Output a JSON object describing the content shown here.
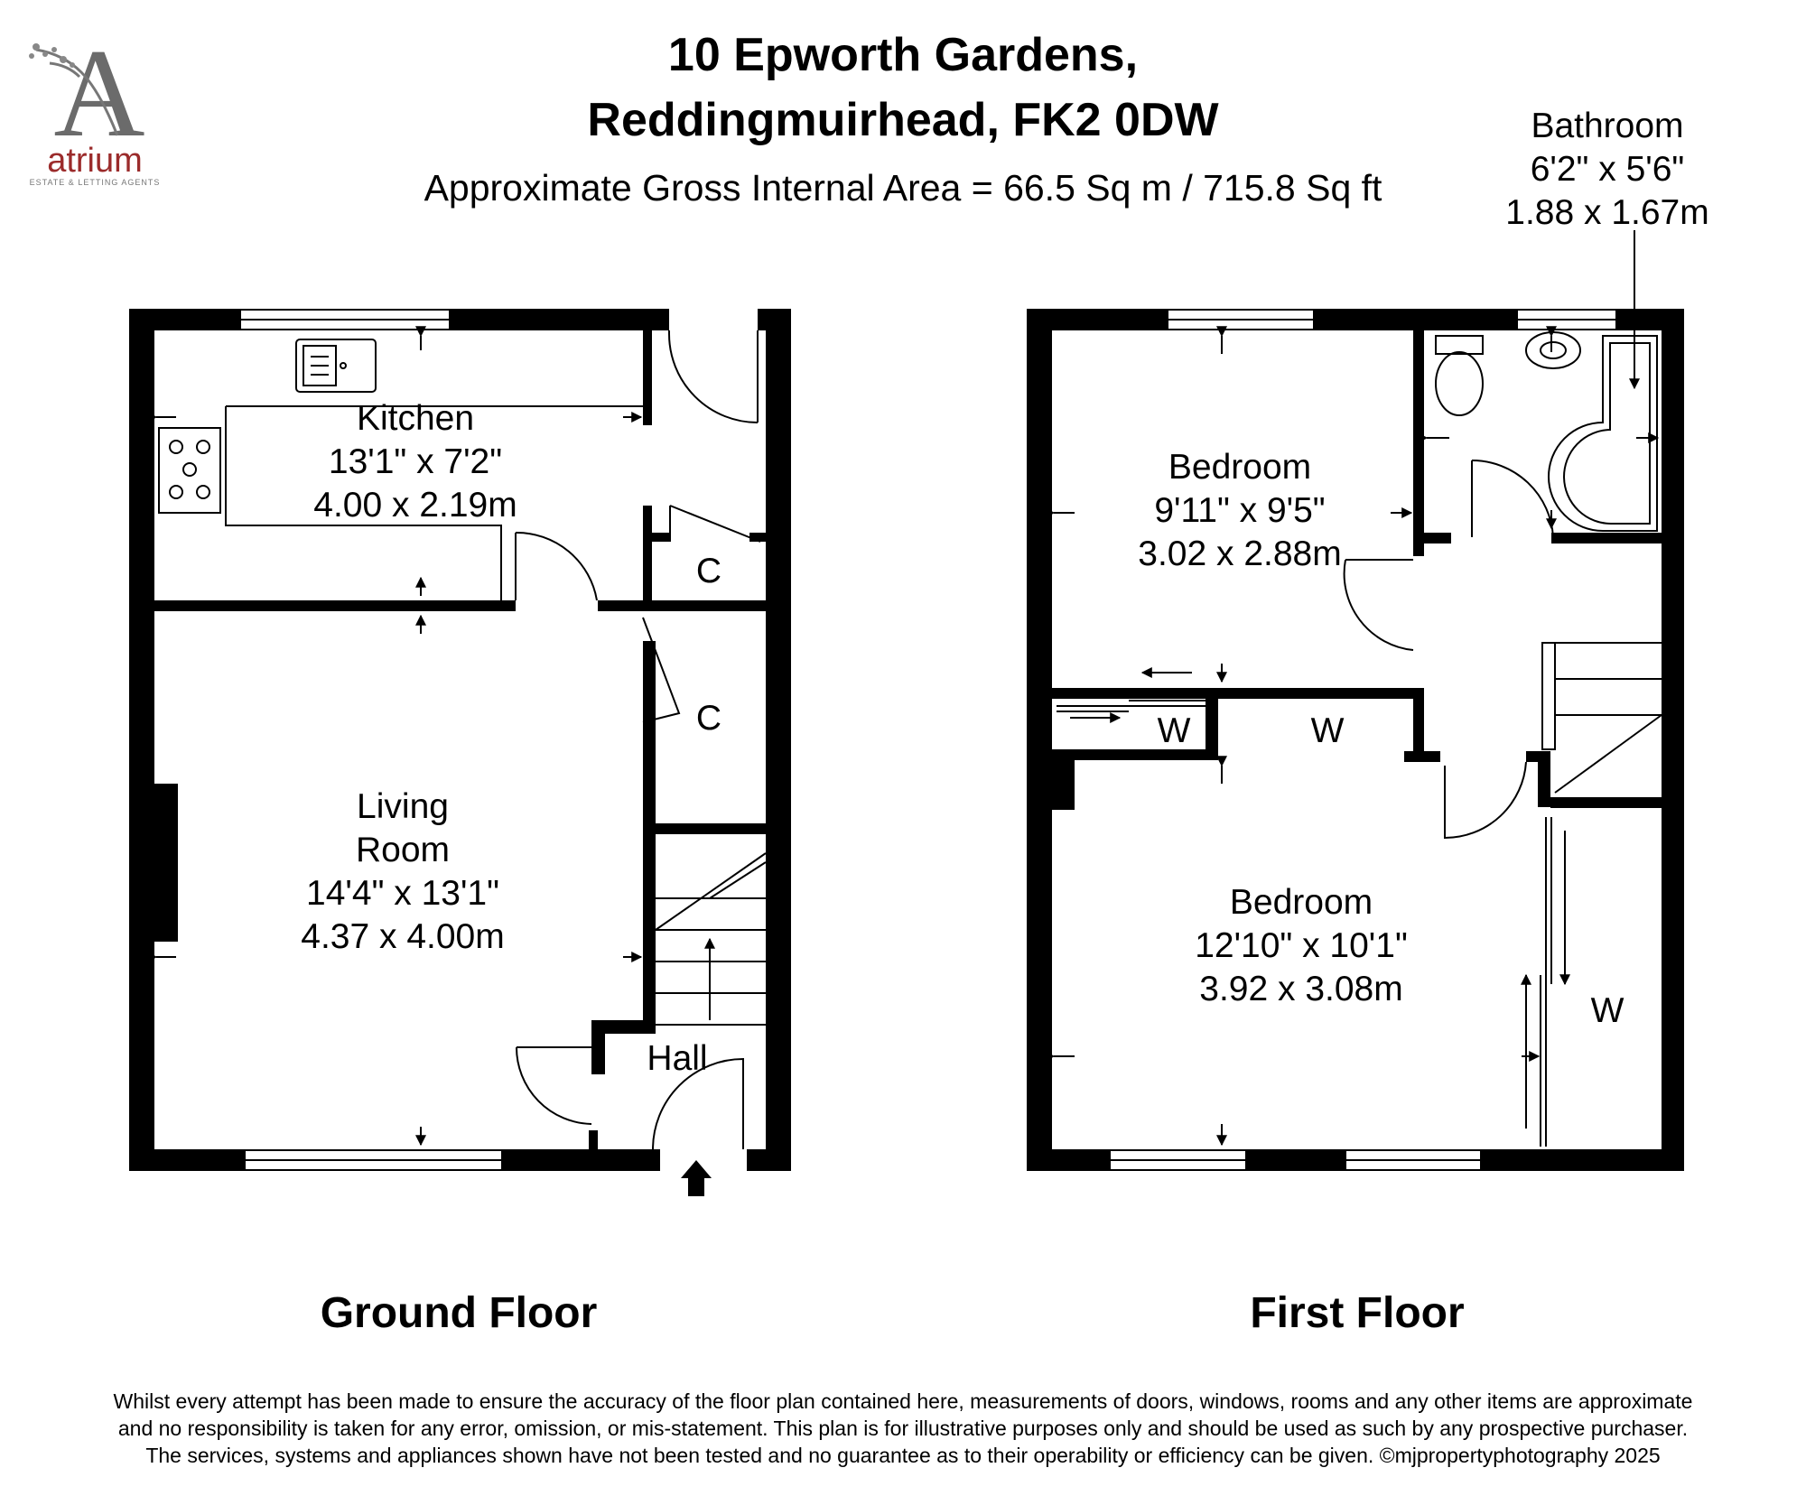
{
  "header": {
    "title_line1": "10 Epworth Gardens,",
    "title_line2": "Reddingmuirhead, FK2 0DW",
    "area": "Approximate Gross Internal Area = 66.5 Sq m / 715.8 Sq ft"
  },
  "logo": {
    "letter": "A",
    "name": "atrium",
    "tagline": "ESTATE & LETTING AGENTS",
    "color": "#9b2b2b"
  },
  "ground_floor": {
    "label": "Ground Floor",
    "rooms": {
      "kitchen": {
        "name": "Kitchen",
        "imperial": "13'1\" x 7'2\"",
        "metric": "4.00 x 2.19m"
      },
      "living": {
        "name_line1": "Living",
        "name_line2": "Room",
        "imperial": "14'4\" x 13'1\"",
        "metric": "4.37 x 4.00m"
      },
      "hall": {
        "name": "Hall"
      },
      "cupboard_top": {
        "name": "C"
      },
      "cupboard_mid": {
        "name": "C"
      }
    }
  },
  "first_floor": {
    "label": "First Floor",
    "rooms": {
      "bedroom1": {
        "name": "Bedroom",
        "imperial": "9'11\" x 9'5\"",
        "metric": "3.02 x 2.88m"
      },
      "bedroom2": {
        "name": "Bedroom",
        "imperial": "12'10\" x 10'1\"",
        "metric": "3.92 x 3.08m"
      },
      "bathroom": {
        "name": "Bathroom",
        "imperial": "6'2\" x 5'6\"",
        "metric": "1.88 x 1.67m"
      },
      "wardrobe_small": {
        "name": "W"
      },
      "wardrobe_landing": {
        "name": "W"
      },
      "wardrobe_right": {
        "name": "W"
      }
    }
  },
  "disclaimer": {
    "line1": "Whilst every attempt has been made to ensure the accuracy of the floor plan contained here, measurements of doors, windows, rooms and any other items are approximate",
    "line2": "and no responsibility is taken for any error, omission, or mis-statement. This plan is for illustrative purposes only and should be used as such by any prospective purchaser.",
    "line3": "The services, systems and appliances shown have not been tested and no guarantee as to their operability or efficiency can be given. ©mjpropertyphotography 2025"
  }
}
